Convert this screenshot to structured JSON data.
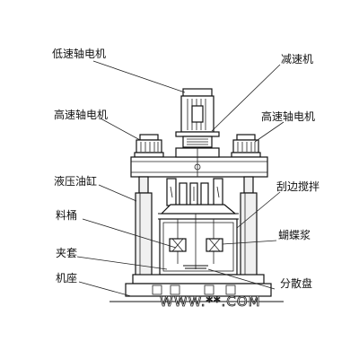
{
  "labels": {
    "low_speed_motor": "低速轴电机",
    "reducer": "减速机",
    "high_speed_motor_left": "高速轴电机",
    "high_speed_motor_right": "高速轴电机",
    "hydraulic_cylinder": "液压油缸",
    "scraper_stirrer": "刮边搅拌",
    "barrel": "料桶",
    "butterfly_paddle": "蝴蝶浆",
    "jacket": "夹套",
    "base": "机座",
    "disperser_disc": "分散盘"
  },
  "watermark": "WWW.**.COM",
  "colors": {
    "line": "#111111",
    "column_fill": "#f0f0f0",
    "motor_fill": "#ffffff",
    "shade": "#cfcfcf",
    "background": "#ffffff"
  }
}
